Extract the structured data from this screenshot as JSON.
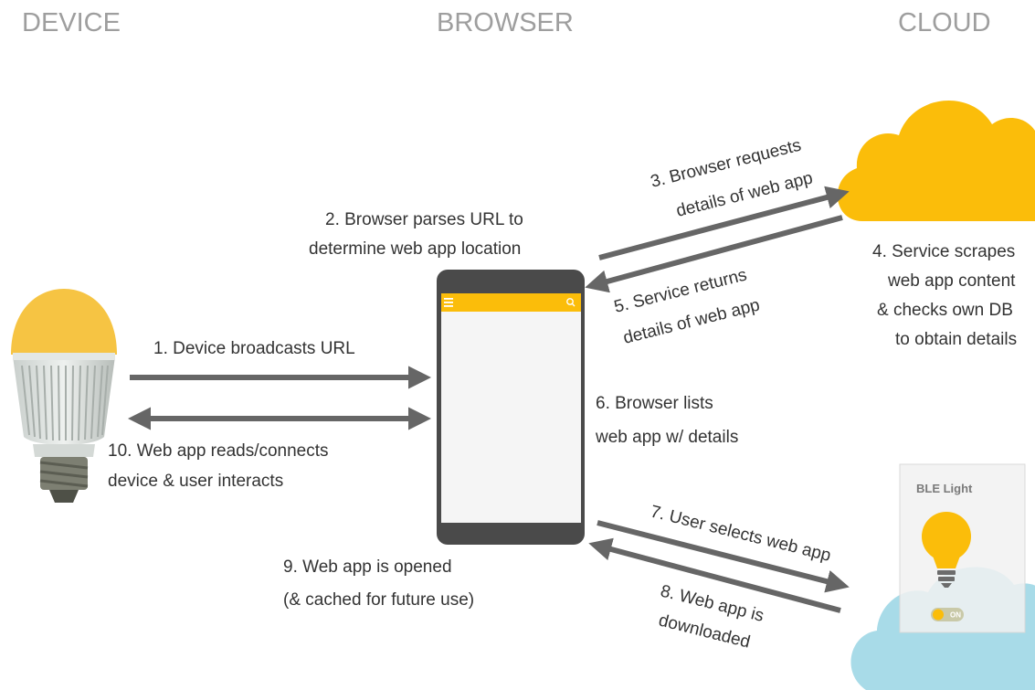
{
  "columns": {
    "device": "DEVICE",
    "browser": "BROWSER",
    "cloud": "CLOUD"
  },
  "steps": {
    "s1": "1. Device broadcasts URL",
    "s2_line1": "2. Browser parses URL to",
    "s2_line2": "determine web app location",
    "s3_line1": "3. Browser requests",
    "s3_line2": "details of web app",
    "s4_line1": "4. Service scrapes",
    "s4_line2": "web app content",
    "s4_line3": "& checks own DB",
    "s4_line4": "to obtain details",
    "s5_line1": "5. Service returns",
    "s5_line2": "details of web app",
    "s6_line1": "6. Browser lists",
    "s6_line2": "web app w/ details",
    "s7": "7. User selects web app",
    "s8_line1": "8. Web app is",
    "s8_line2": "downloaded",
    "s9_line1": "9. Web app is opened",
    "s9_line2": "(& cached for future use)",
    "s10_line1": "10. Web app reads/connects",
    "s10_line2": "device & user interacts"
  },
  "webapp_card": {
    "title": "BLE Light",
    "toggle_label": "ON"
  },
  "colors": {
    "heading": "#9e9e9e",
    "arrow": "#666666",
    "cloud_yellow": "#fbbd0a",
    "cloud_blue": "#a8dbe8",
    "phone_body": "#4a4a4a",
    "phone_bar": "#fbbd0a",
    "bulb_yellow": "#f6c443"
  },
  "icons": {
    "device": "light-bulb-icon",
    "browser": "phone-icon",
    "cloud": "cloud-icon",
    "menu": "hamburger-menu-icon",
    "search": "search-icon"
  }
}
